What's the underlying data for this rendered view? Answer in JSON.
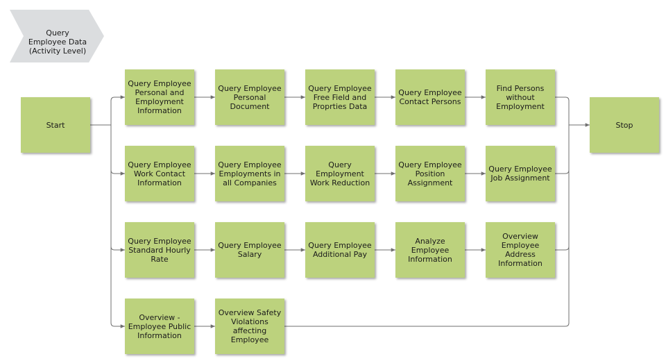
{
  "title": "Query\nEmployee Data\n(Activity Level)",
  "colors": {
    "node_fill": "#bcd27d",
    "title_fill": "#d7d9db",
    "connector": "#6f6f6f"
  },
  "nodes": {
    "start": "Start",
    "stop": "Stop",
    "r1c1": "Query Employee\nPersonal and\nEmployment\nInformation",
    "r1c2": "Query Employee\nPersonal\nDocument",
    "r1c3": "Query Employee\nFree Field and\nProprties Data",
    "r1c4": "Query Employee\nContact Persons",
    "r1c5": "Find Persons\nwithout\nEmployment",
    "r2c1": "Query Employee\nWork Contact\nInformation",
    "r2c2": "Query Employee\nEmployments in\nall Companies",
    "r2c3": "Query\nEmployment\nWork Reduction",
    "r2c4": "Query Employee\nPosition\nAssignment",
    "r2c5": "Query Employee\nJob Assignment",
    "r3c1": "Query Employee\nStandard Hourly\nRate",
    "r3c2": "Query Employee\nSalary",
    "r3c3": "Query Employee\nAdditional Pay",
    "r3c4": "Analyze\nEmployee\nInformation",
    "r3c5": "Overview\nEmployee\nAddress\nInformation",
    "r4c1": "Overview -\nEmployee Public\nInformation",
    "r4c2": "Overview Safety\nViolations\naffecting\nEmployee"
  }
}
